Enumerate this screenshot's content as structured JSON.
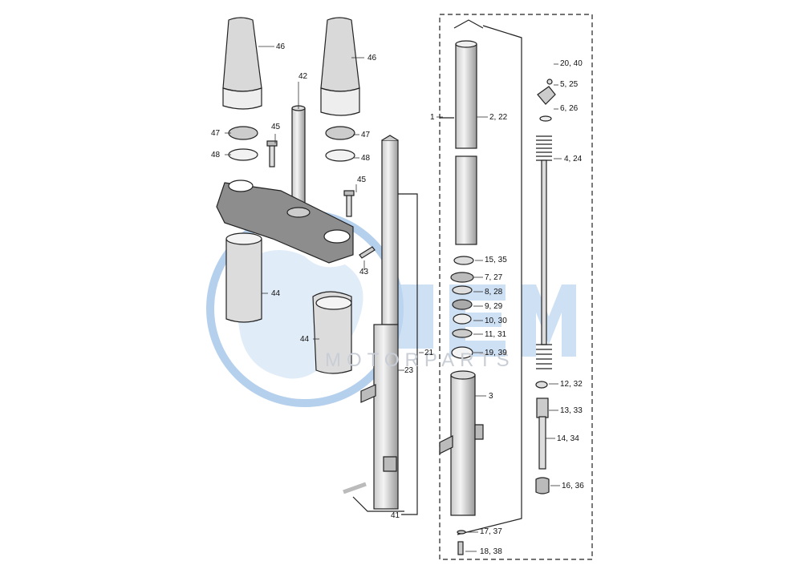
{
  "watermark": {
    "text": "MOTORPARTS",
    "color": "#9fc1e6"
  },
  "part_numbers": [
    {
      "id": "p46a",
      "text": "46"
    },
    {
      "id": "p46b",
      "text": "46"
    },
    {
      "id": "p42",
      "text": "42"
    },
    {
      "id": "p47a",
      "text": "47"
    },
    {
      "id": "p48a",
      "text": "48"
    },
    {
      "id": "p45a",
      "text": "45"
    },
    {
      "id": "p47b",
      "text": "47"
    },
    {
      "id": "p48b",
      "text": "48"
    },
    {
      "id": "p45b",
      "text": "45"
    },
    {
      "id": "p43",
      "text": "43"
    },
    {
      "id": "p44a",
      "text": "44"
    },
    {
      "id": "p44b",
      "text": "44"
    },
    {
      "id": "p21",
      "text": "21"
    },
    {
      "id": "p23",
      "text": "23"
    },
    {
      "id": "p41",
      "text": "41"
    },
    {
      "id": "p1",
      "text": "1"
    },
    {
      "id": "p2_22",
      "text": "2, 22"
    },
    {
      "id": "p15_35",
      "text": "15, 35"
    },
    {
      "id": "p7_27",
      "text": "7, 27"
    },
    {
      "id": "p8_28",
      "text": "8, 28"
    },
    {
      "id": "p9_29",
      "text": "9, 29"
    },
    {
      "id": "p10_30",
      "text": "10, 30"
    },
    {
      "id": "p11_31",
      "text": "11, 31"
    },
    {
      "id": "p19_39",
      "text": "19, 39"
    },
    {
      "id": "p3",
      "text": "3"
    },
    {
      "id": "p17_37",
      "text": "17, 37"
    },
    {
      "id": "p18_38",
      "text": "18, 38"
    },
    {
      "id": "p20_40",
      "text": "20, 40"
    },
    {
      "id": "p5_25",
      "text": "5, 25"
    },
    {
      "id": "p6_26",
      "text": "6, 26"
    },
    {
      "id": "p4_24",
      "text": "4, 24"
    },
    {
      "id": "p12_32",
      "text": "12, 32"
    },
    {
      "id": "p13_33",
      "text": "13, 33"
    },
    {
      "id": "p14_34",
      "text": "14, 34"
    },
    {
      "id": "p16_36",
      "text": "16, 36"
    }
  ]
}
